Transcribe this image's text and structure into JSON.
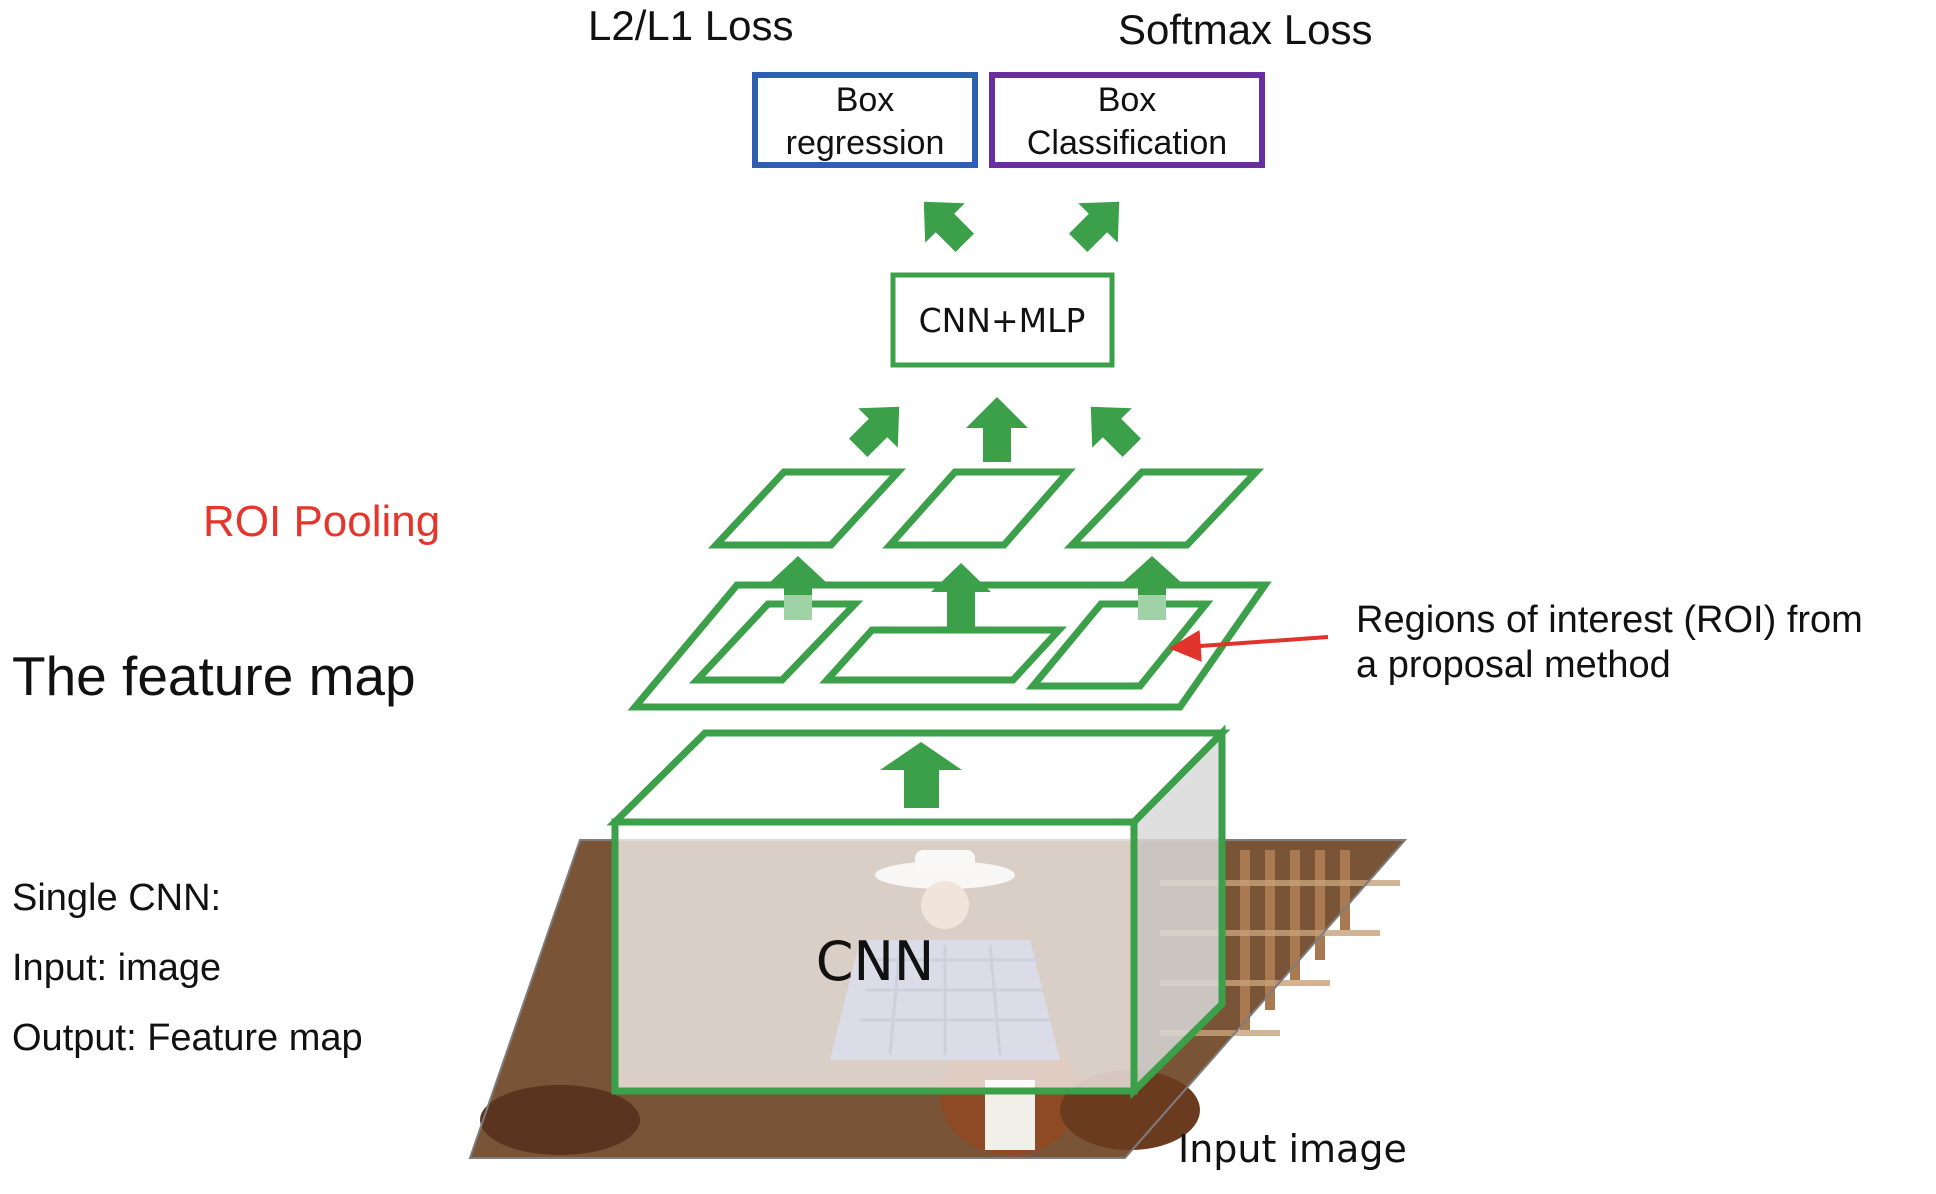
{
  "colors": {
    "green": "#3c9f4a",
    "blue_box": "#2f5fb3",
    "purple_box": "#6a2f9e",
    "roi_pooling_label": "#e5362d",
    "roi_arrow": "#e0332b",
    "text": "#111111"
  },
  "loss_labels": {
    "left": "L2/L1 Loss",
    "right": "Softmax Loss"
  },
  "boxes": {
    "regression_line1": "Box",
    "regression_line2": "regression",
    "classification_line1": "Box",
    "classification_line2": "Classification",
    "head": "CNN+MLP",
    "cnn": "CNN"
  },
  "left_labels": {
    "roi_pooling": "ROI Pooling",
    "feature_map": "The feature map",
    "single_cnn": "Single CNN:",
    "input": "Input: image",
    "output": "Output: Feature map"
  },
  "annotations": {
    "roi_line1": "Regions of interest (ROI) from",
    "roi_line2": "a proposal method",
    "input_image": "Input image"
  },
  "icons": {
    "arrows": "up-arrow-icon"
  }
}
